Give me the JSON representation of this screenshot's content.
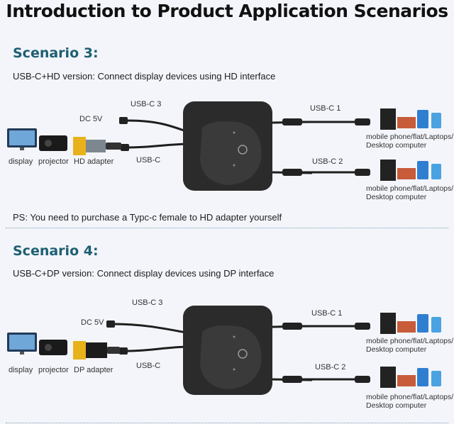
{
  "title": "Introduction to Product Application Scenarios",
  "scenario3": {
    "heading": "Scenario 3:",
    "subtitle": "USB-C+HD version: Connect display devices using HD interface",
    "labels": {
      "usbc3": "USB-C 3",
      "dc5v": "DC 5V",
      "usbc": "USB-C",
      "usbc1": "USB-C 1",
      "usbc2": "USB-C 2",
      "display": "display",
      "projector": "projector",
      "adapter": "HD adapter",
      "devices1": "mobile phone/flat/Laptops/ Desktop computer",
      "devices2": "mobile phone/flat/Laptops/ Desktop computer"
    },
    "note": "PS: You need to purchase a Typc-c female to HD adapter yourself"
  },
  "scenario4": {
    "heading": "Scenario 4:",
    "subtitle": "USB-C+DP version: Connect display devices using DP interface",
    "labels": {
      "usbc3": "USB-C 3",
      "dc5v": "DC 5V",
      "usbc": "USB-C",
      "usbc1": "USB-C 1",
      "usbc2": "USB-C 2",
      "display": "display",
      "projector": "projector",
      "adapter": "DP adapter",
      "devices1": "mobile phone/flat/Laptops/ Desktop computer",
      "devices2": "mobile phone/flat/Laptops/ Desktop computer"
    }
  },
  "colors": {
    "heading": "#1d5f73",
    "hub": "#2b2b2b",
    "cable": "#1e1e1e",
    "background": "#f3f5fa"
  }
}
